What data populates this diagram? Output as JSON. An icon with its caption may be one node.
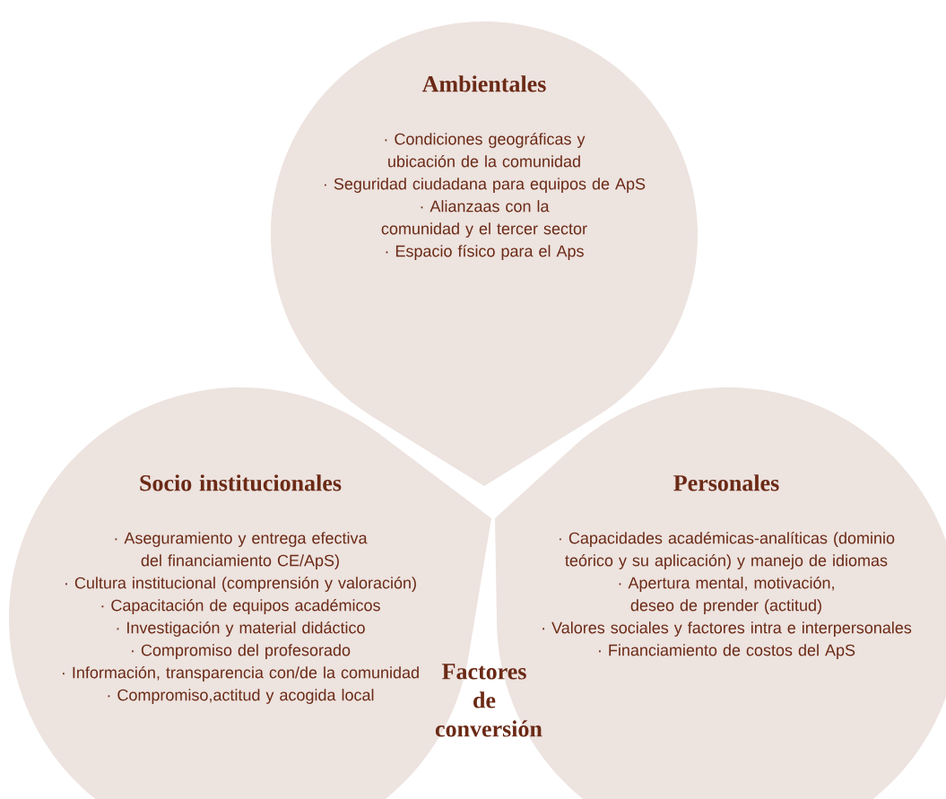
{
  "diagram": {
    "nodes": [
      {
        "text": [
          "Ambientales",
          "· Condiciones geográficas y ubicación de la comunidad",
          "· Seguridad ciudadana para equipos de ApS",
          "· Alianzaas con la comunidad y el tercer sector",
          "· Espacio físico para el Aps"
        ]
      },
      {
        "text": [
          "Socio institucionales",
          "· Aseguramiento y entrega efectiva del financiamiento CE/ApS)",
          "· Cultura institucional (comprensión y valoración)",
          "· Capacitación de equipos académicos",
          "· Investigación y material didáctico",
          "· Compromiso del profesorado",
          "· Información, transparencia con/de la comunidad",
          "· Compromiso,actitud y acogida local"
        ]
      },
      {
        "text": [
          "Personales",
          "· Capacidades académicas-analíticas (dominio teórico y su aplicación) y manejo de idiomas",
          "· Apertura mental, motivación, deseo de prender (actitud)",
          "· Valores sociales y factores intra e interpersonales",
          "· Financiamiento de costos del ApS"
        ]
      }
    ],
    "labels": [
      "Factores de conversión"
    ]
  }
}
